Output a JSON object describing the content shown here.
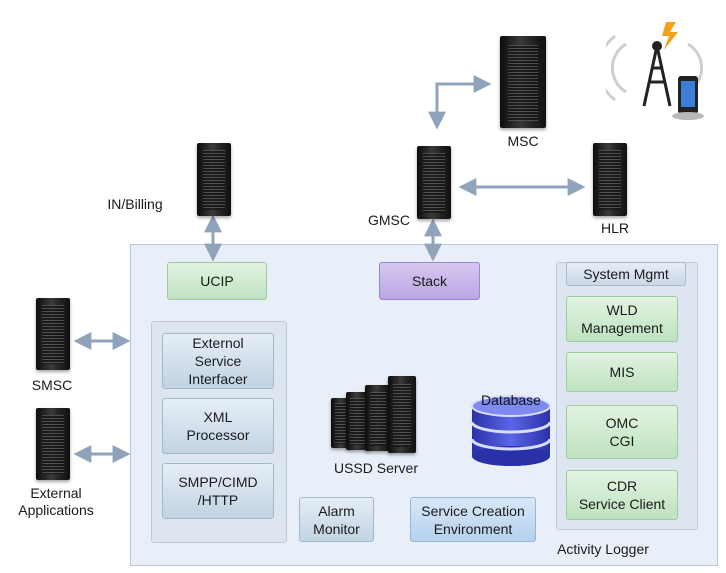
{
  "nodes": {
    "msc": "MSC",
    "in_billing": "IN/Billing",
    "gmsc": "GMSC",
    "hlr": "HLR",
    "smsc": "SMSC",
    "external_applications": "External\nApplications",
    "ussd_server": "USSD Server",
    "activity_logger": "Activity Logger"
  },
  "modules": {
    "ucip": "UCIP",
    "stack": "Stack",
    "system_mgmt": "System Mgmt",
    "external_service_interfacer": "Externol\nService\nInterfacer",
    "xml_processor": "XML\nProcessor",
    "smpp_cimd_http": "SMPP/CIMD\n/HTTP",
    "alarm_monitor": "Alarm\nMonitor",
    "service_creation_environment": "Service Creation\nEnvironment",
    "database": "Database",
    "wld_management": "WLD\nManagement",
    "mis": "MIS",
    "omc_cgi": "OMC\nCGI",
    "cdr_service_client": "CDR\nService Client"
  },
  "colors": {
    "panel_bg": "#e9eff8",
    "connector": "#8fa3bb",
    "module_green": "#c9e8ca",
    "module_purple": "#c3b3e8",
    "database_blue": "#3b46c8"
  }
}
